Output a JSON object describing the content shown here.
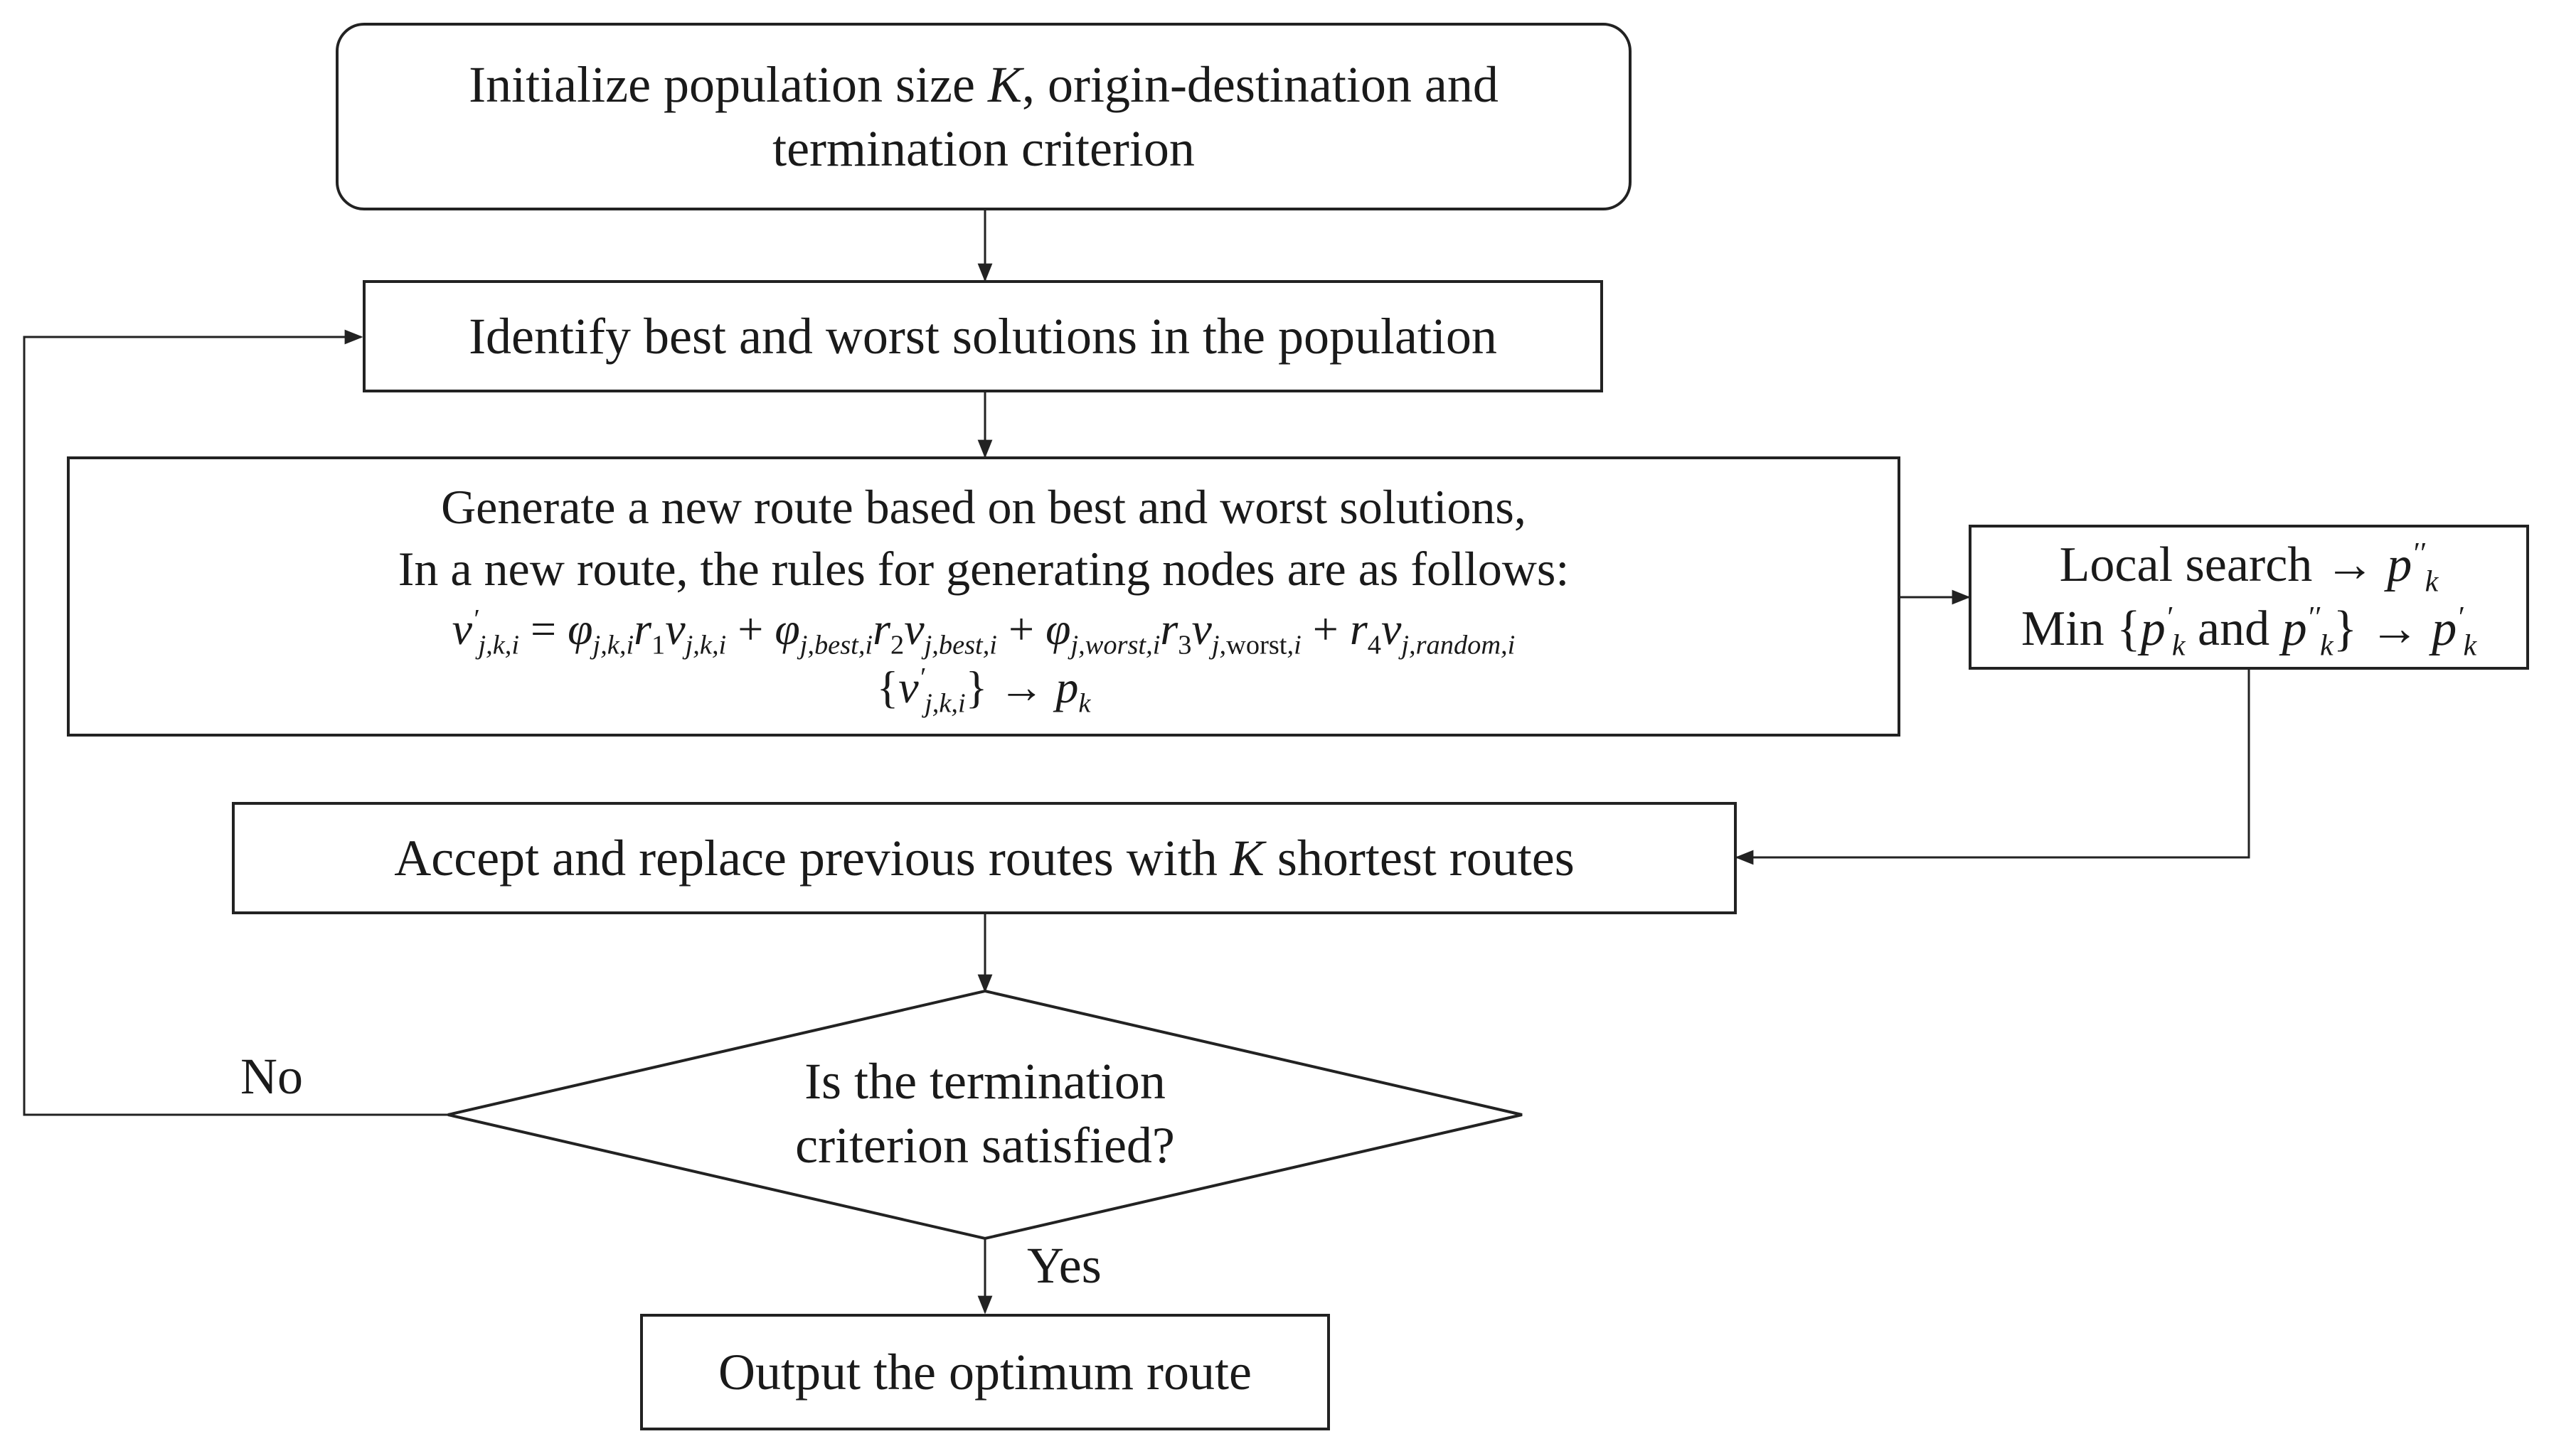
{
  "nodes": {
    "init": {
      "line1_pre": "Initialize population size ",
      "line1_var": "K",
      "line1_post": ", origin-destination and",
      "line2": "termination criterion"
    },
    "identify": {
      "text": "Identify best and worst solutions in the population"
    },
    "generate": {
      "line1": "Generate a new route based on best and worst solutions,",
      "line2": "In a new route, the rules for generating nodes are as follows:"
    },
    "local_search": {
      "line1": "Local search →"
    },
    "accept": {
      "text_pre": "Accept and replace previous routes with ",
      "text_var": "K",
      "text_post": " shortest routes"
    },
    "decision": {
      "line1": "Is the termination",
      "line2": "criterion satisfied?"
    },
    "output": {
      "text": "Output the optimum route"
    }
  },
  "edge_labels": {
    "no": "No",
    "yes": "Yes"
  },
  "colors": {
    "stroke": "#222222",
    "text": "#1a1a1a",
    "background": "#ffffff"
  }
}
